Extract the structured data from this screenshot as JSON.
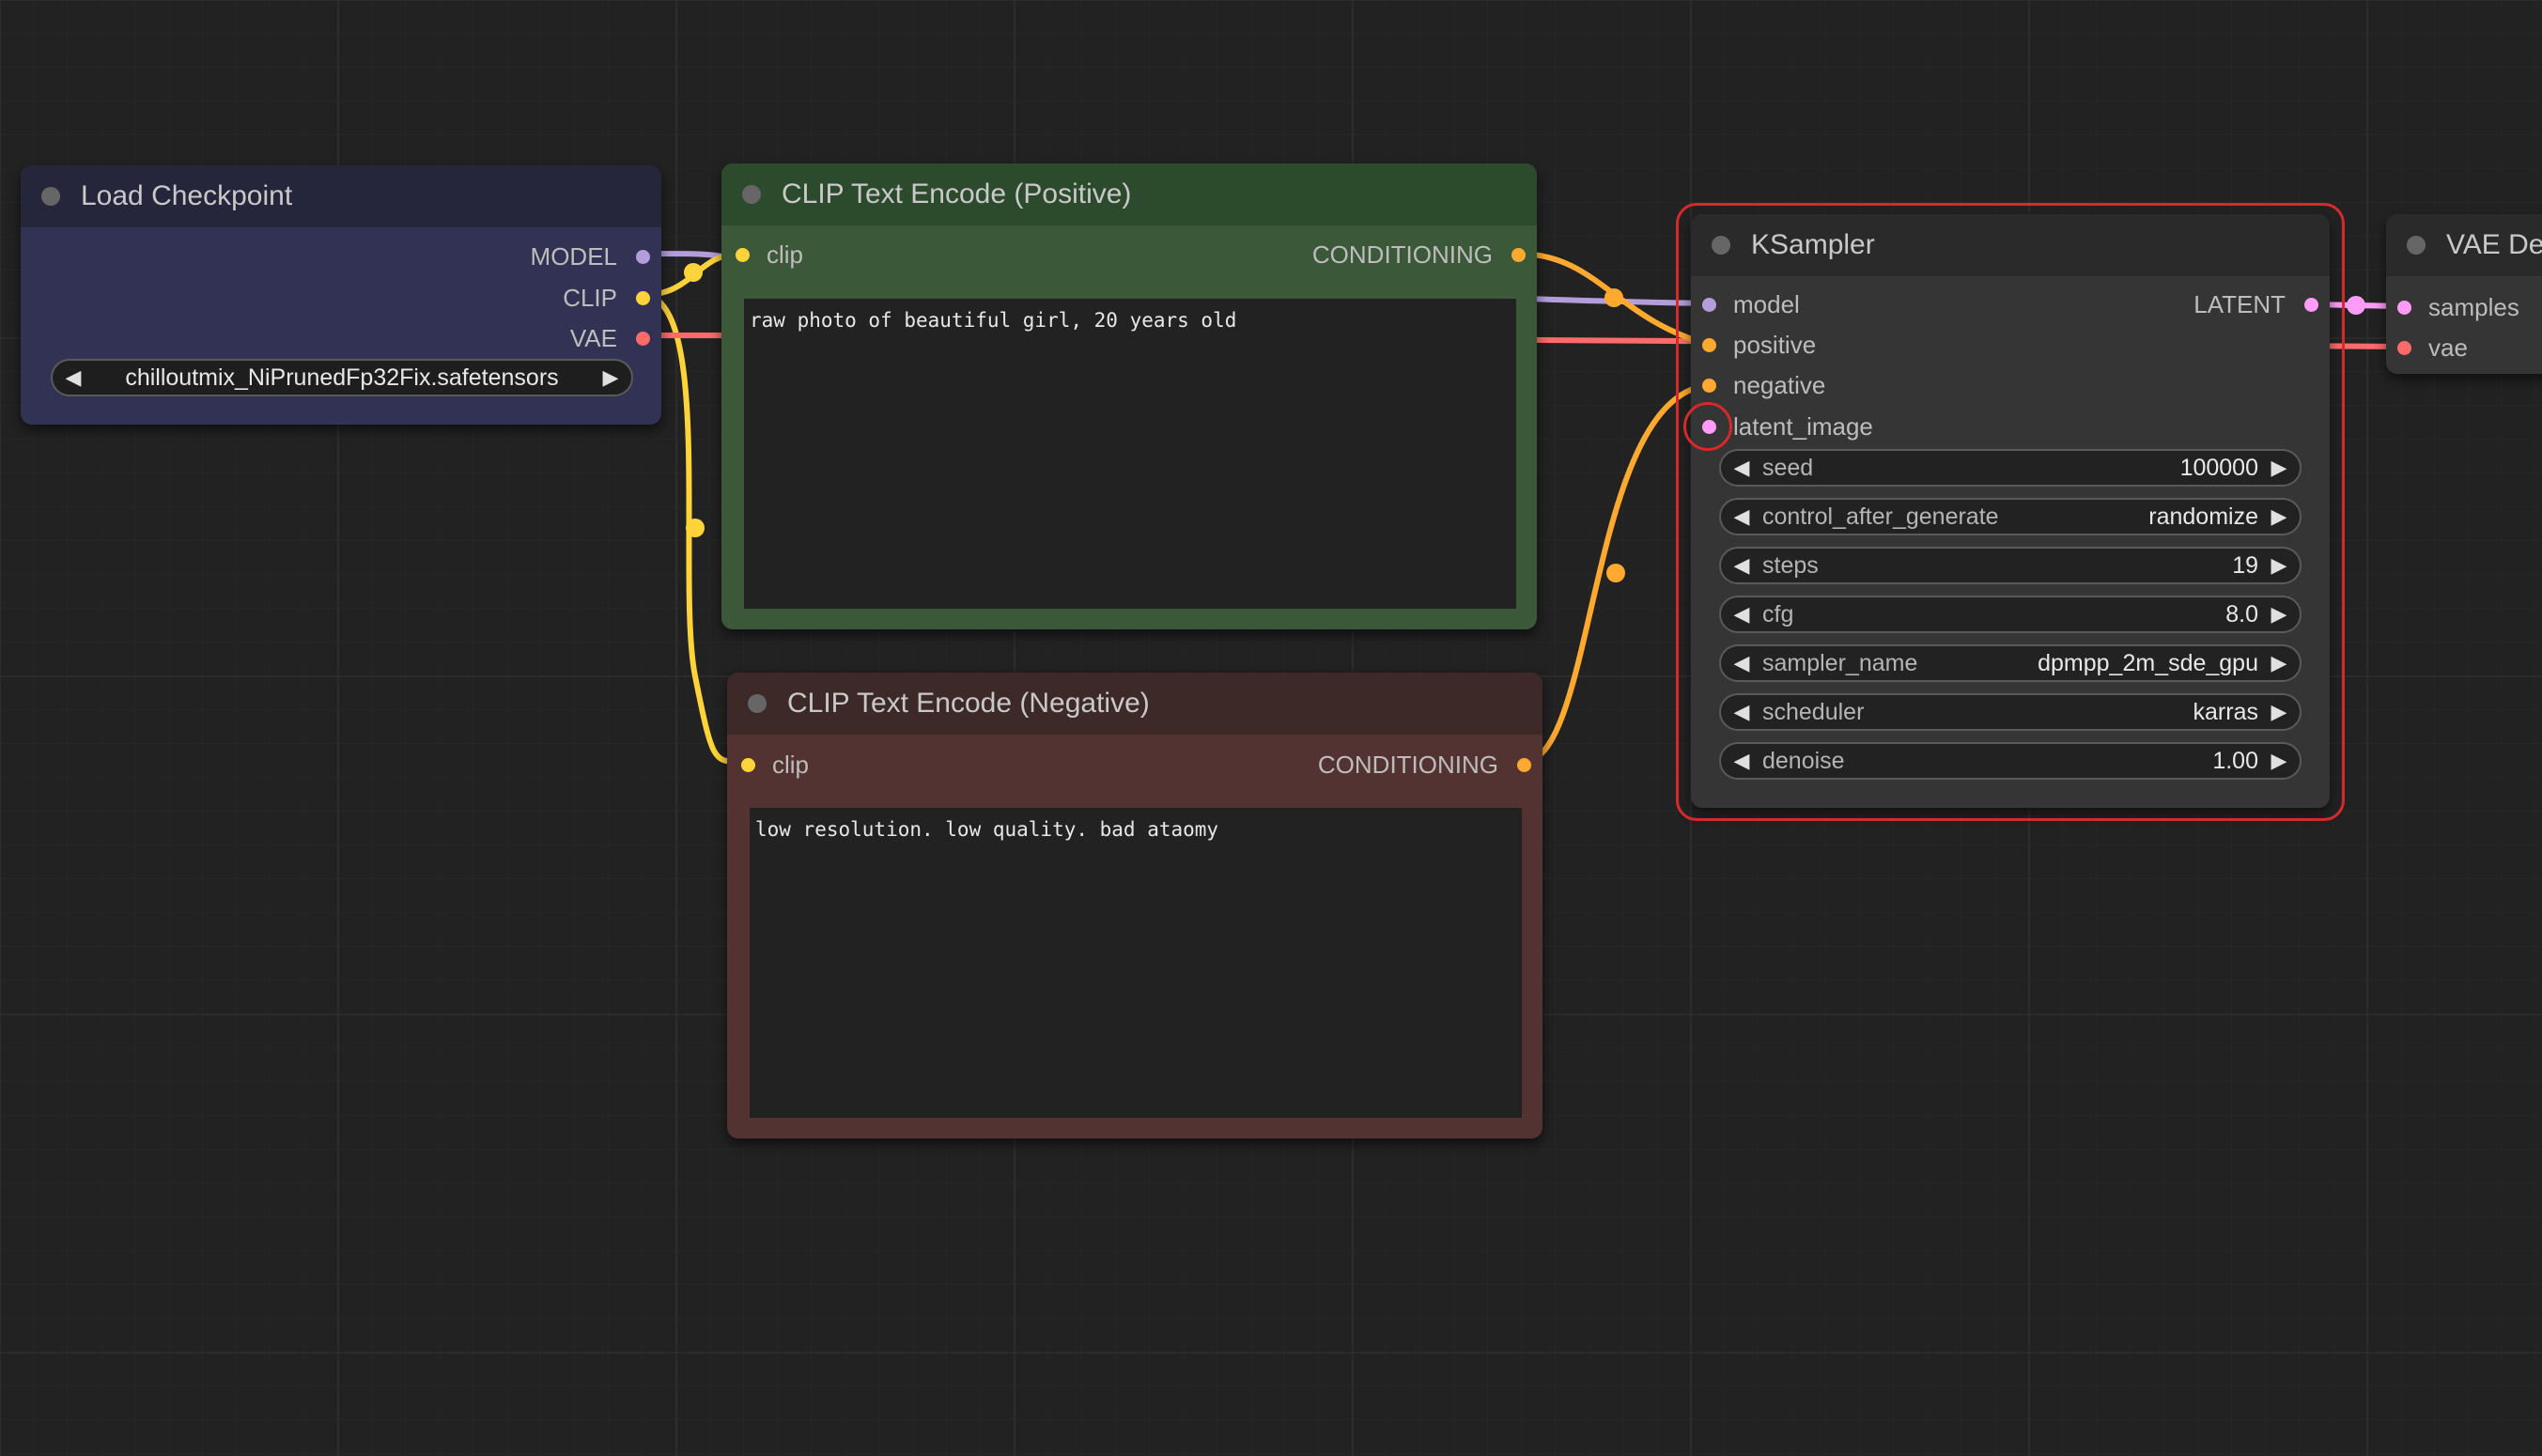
{
  "nodes": {
    "load_checkpoint": {
      "title": "Load Checkpoint",
      "outputs": [
        "MODEL",
        "CLIP",
        "VAE"
      ],
      "ckpt_name": "chilloutmix_NiPrunedFp32Fix.safetensors"
    },
    "clip_positive": {
      "title": "CLIP Text Encode (Positive)",
      "input": "clip",
      "output": "CONDITIONING",
      "text": "raw photo of beautiful girl, 20 years old"
    },
    "clip_negative": {
      "title": "CLIP Text Encode (Negative)",
      "input": "clip",
      "output": "CONDITIONING",
      "text": "low resolution. low quality. bad ataomy"
    },
    "ksampler": {
      "title": "KSampler",
      "inputs": [
        "model",
        "positive",
        "negative",
        "latent_image"
      ],
      "output": "LATENT",
      "widgets": [
        {
          "label": "seed",
          "value": "100000"
        },
        {
          "label": "control_after_generate",
          "value": "randomize"
        },
        {
          "label": "steps",
          "value": "19"
        },
        {
          "label": "cfg",
          "value": "8.0"
        },
        {
          "label": "sampler_name",
          "value": "dpmpp_2m_sde_gpu"
        },
        {
          "label": "scheduler",
          "value": "karras"
        },
        {
          "label": "denoise",
          "value": "1.00"
        }
      ]
    },
    "vae_decode": {
      "title": "VAE De",
      "inputs": [
        "samples",
        "vae"
      ]
    }
  },
  "colors": {
    "model": "#b39ddb",
    "clip": "#ffd43b",
    "vae": "#ff6b6b",
    "conditioning": "#ffa931",
    "latent": "#ff9cf9",
    "highlight": "#d42a2a"
  },
  "icons": {
    "arrow_left": "◀",
    "arrow_right": "▶"
  }
}
